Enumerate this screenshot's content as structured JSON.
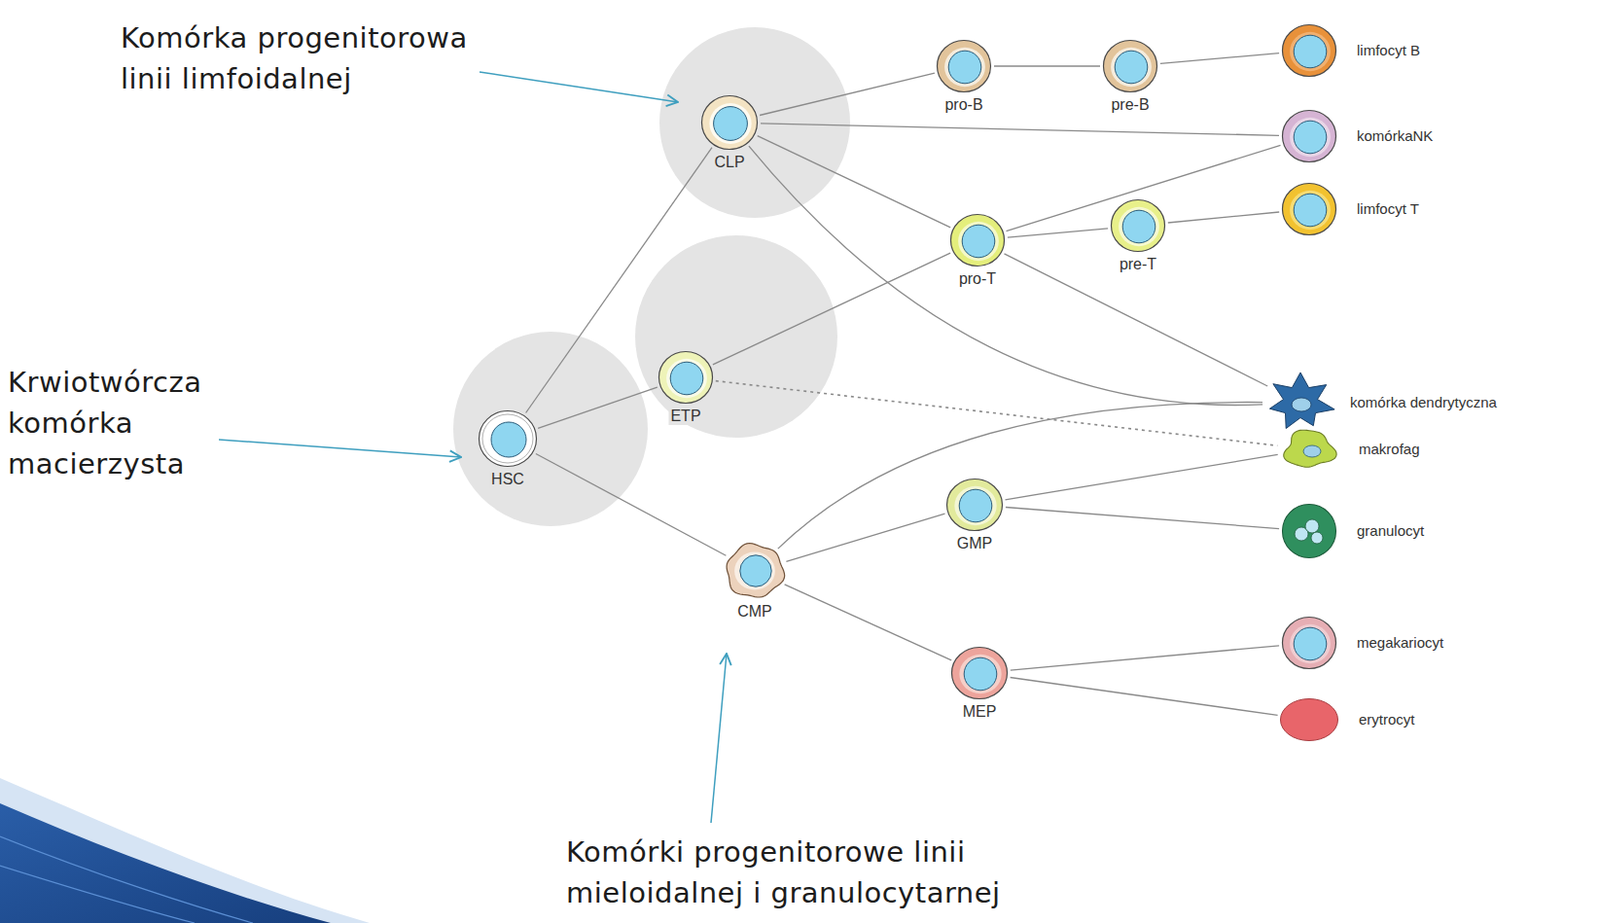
{
  "diagram": {
    "nodes": [
      {
        "text": [
          "HSC"
        ]
      },
      {
        "text": [
          "CLP"
        ]
      },
      {
        "text": [
          "ETP"
        ]
      },
      {
        "text": [
          "CMP"
        ]
      },
      {
        "text": [
          "pro-B"
        ]
      },
      {
        "text": [
          "pre-B"
        ]
      },
      {
        "text": [
          "pro-T"
        ]
      },
      {
        "text": [
          "pre-T"
        ]
      },
      {
        "text": [
          "GMP"
        ]
      },
      {
        "text": [
          "MEP"
        ]
      },
      {
        "text": [
          "limfocyt B"
        ]
      },
      {
        "text": [
          "komórkaNK"
        ]
      },
      {
        "text": [
          "limfocyt T"
        ]
      },
      {
        "text": [
          "komórka dendrytyczna"
        ]
      },
      {
        "text": [
          "makrofag"
        ]
      },
      {
        "text": [
          "granulocyt"
        ]
      },
      {
        "text": [
          "megakariocyt"
        ]
      },
      {
        "text": [
          "erytrocyt"
        ]
      }
    ],
    "edges": [
      {
        "from": 0,
        "to": 1,
        "arrow": "none"
      },
      {
        "from": 0,
        "to": 2,
        "arrow": "none"
      },
      {
        "from": 0,
        "to": 3,
        "arrow": "none"
      },
      {
        "from": 1,
        "to": 4,
        "arrow": "none"
      },
      {
        "from": 4,
        "to": 5,
        "arrow": "none"
      },
      {
        "from": 5,
        "to": 10,
        "arrow": "none"
      },
      {
        "from": 1,
        "to": 11,
        "arrow": "none"
      },
      {
        "from": 1,
        "to": 6,
        "arrow": "none"
      },
      {
        "from": 1,
        "to": 13,
        "arrow": "none"
      },
      {
        "from": 2,
        "to": 6,
        "arrow": "none"
      },
      {
        "from": 2,
        "to": 14,
        "arrow": "none"
      },
      {
        "from": 6,
        "to": 11,
        "arrow": "none"
      },
      {
        "from": 6,
        "to": 7,
        "arrow": "none"
      },
      {
        "from": 7,
        "to": 12,
        "arrow": "none"
      },
      {
        "from": 6,
        "to": 13,
        "arrow": "none"
      },
      {
        "from": 3,
        "to": 13,
        "arrow": "none"
      },
      {
        "from": 3,
        "to": 8,
        "arrow": "none"
      },
      {
        "from": 3,
        "to": 9,
        "arrow": "none"
      },
      {
        "from": 8,
        "to": 14,
        "arrow": "none"
      },
      {
        "from": 8,
        "to": 15,
        "arrow": "none"
      },
      {
        "from": 9,
        "to": 16,
        "arrow": "none"
      },
      {
        "from": 9,
        "to": 17,
        "arrow": "none"
      }
    ],
    "labels": [
      "Komórka progenitorowa linii limfoidalnej",
      "Krwiotwórcza komórka macierzysta",
      "Komórki progenitorowe linii mieloidalnej i granulocytarnej"
    ]
  }
}
